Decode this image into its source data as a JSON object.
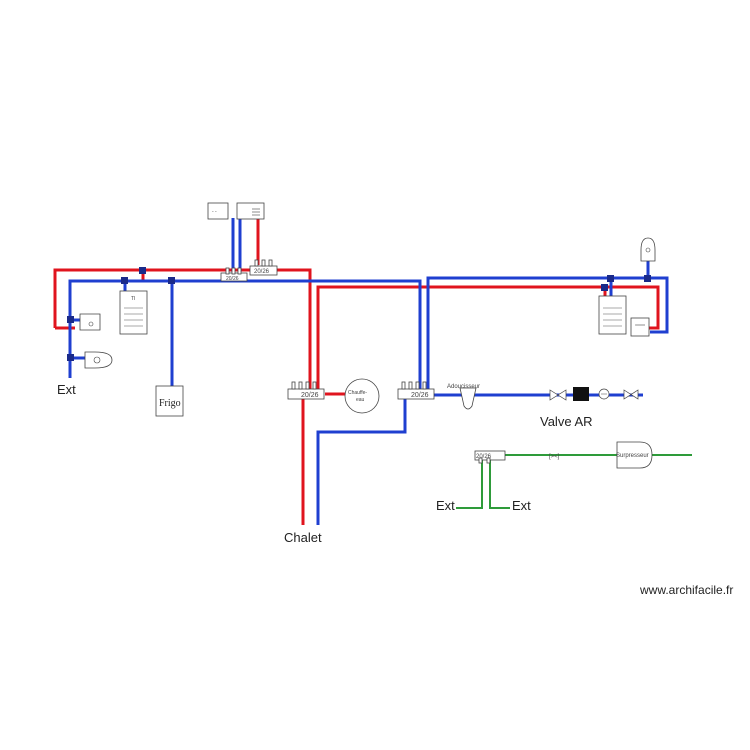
{
  "labels": {
    "ext_left": "Ext",
    "frigo": "Frigo",
    "chalet": "Chalet",
    "valve_ar": "Valve AR",
    "ext_green_left": "Ext",
    "ext_green_right": "Ext",
    "credit": "www.archifacile.fr"
  },
  "small_labels": {
    "manifold_top": "20/26",
    "manifold_top_b": "20/26",
    "manifold_chalet": "20/26",
    "manifold_mid": "20/26",
    "manifold_green": "20/26",
    "chauffe_eau_line1": "Chauffe-",
    "chauffe_eau_line2": "eau",
    "adoucisseur": "Adoucisseur",
    "surpresseur": "Surpresseur",
    "green_valve": "[><]"
  },
  "colors": {
    "hot_pipe": "#e0141e",
    "cold_pipe": "#1f3fd0",
    "outdoor_pipe": "#2e9b3a",
    "fixture_stroke": "#444444",
    "connector": "#1a2a8a"
  }
}
